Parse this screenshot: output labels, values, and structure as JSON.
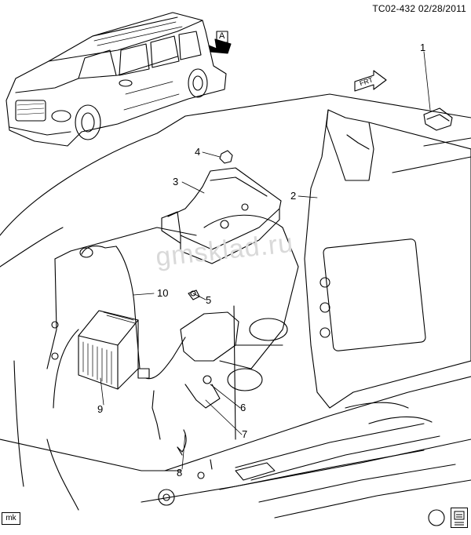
{
  "header": {
    "code": "TC02-432",
    "date": "02/28/2011"
  },
  "view_marker": "A",
  "direction_label": "FRT",
  "watermark": "gmsklad.ru",
  "footer": {
    "tag": "mk"
  },
  "callouts": [
    {
      "num": "1"
    },
    {
      "num": "2"
    },
    {
      "num": "3"
    },
    {
      "num": "4"
    },
    {
      "num": "5"
    },
    {
      "num": "6"
    },
    {
      "num": "7"
    },
    {
      "num": "8"
    },
    {
      "num": "9"
    },
    {
      "num": "10"
    }
  ],
  "icons": [
    "vehicle-thumbnail-icon",
    "view-arrow-icon",
    "front-direction-icon",
    "document-icon"
  ]
}
